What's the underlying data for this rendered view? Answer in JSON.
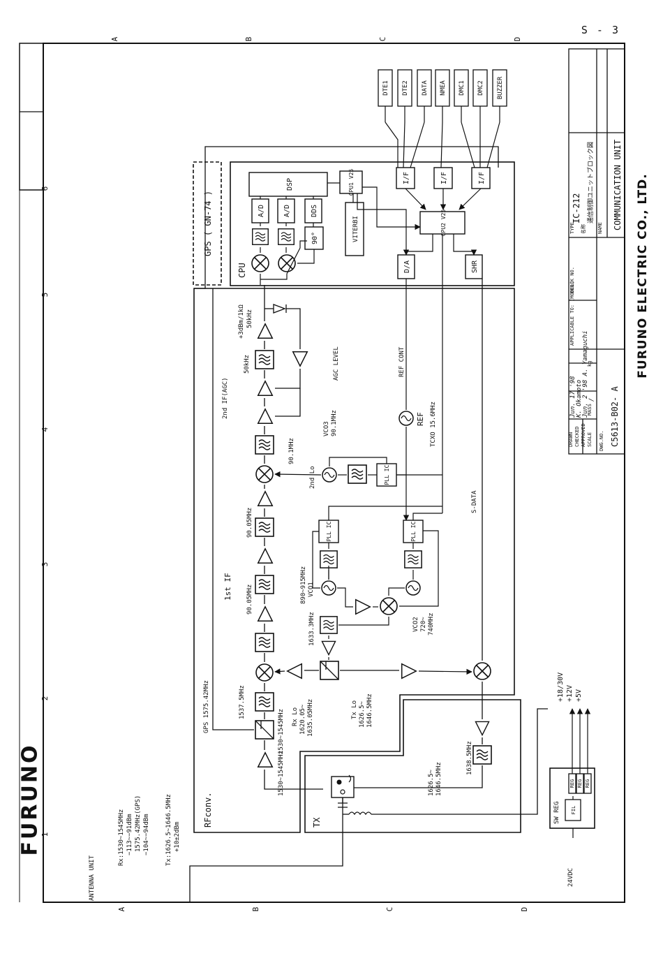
{
  "page": {
    "sheet": "S - 3",
    "brand": "FURUNO",
    "company": "FURUNO ELECTRIC CO., LTD."
  },
  "grid": {
    "rows": [
      "A",
      "B",
      "C",
      "D"
    ],
    "cols": [
      "1",
      "2",
      "3",
      "4",
      "5",
      "6"
    ]
  },
  "title_block": {
    "drawn_label": "DRAWN",
    "drawn_value": "Jun. 17 '98",
    "checked_label": "CHECKED",
    "checked_value": "K. Okamoto",
    "approved_label": "APPROVED",
    "approved_value": "Jun. 2 '98 A. Yamaguchi",
    "scale_label": "SCALE",
    "scale_value": "/",
    "mass_label": "MASS",
    "mass_unit": "kg",
    "dwg_label": "DWG.NO.",
    "dwg_value": "C5613-B02- A",
    "applicable_label": "APPLICABLE TO: (MODEL)",
    "blockno_label": "BLOCK NO.",
    "type_label": "TYPE",
    "type_value": "IC-212",
    "name_label": "名称",
    "name_value": "通信制御ユニットブロック図",
    "name2_label": "NAME",
    "name2_value": "COMMUNICATION UNIT"
  },
  "diagram": {
    "sections": {
      "cpu": "CPU",
      "rfconv": "RFconv.",
      "tx": "TX",
      "swreg": "SW REG",
      "gps": "GPS ( GN-74 )",
      "antenna": "ANTENNA UNIT"
    },
    "interfaces": [
      "DTE1",
      "DTE2",
      "DATA",
      "NMEA",
      "DMC1",
      "DMC2",
      "BUZZER"
    ],
    "blocks": {
      "dsp": "DSP",
      "ad": "A/D",
      "dds": "DDS",
      "deg90": "90°",
      "cpu1": "CPU1 V25",
      "cpu2": "CPU2 V25",
      "viterbi": "VITERBI",
      "da": "D/A",
      "shr": "SHR",
      "if_block": "I/F",
      "pll": "PLL IC",
      "reg": "REG",
      "fil": "FIL"
    },
    "labels": {
      "gps_freq": "GPS 1575.42MHz",
      "if_1537": "1537.5MHz",
      "if_90a": "90.05MHz",
      "if_90b": "90.05MHz",
      "first_if": "1st IF",
      "lo_901": "90.1MHz",
      "second_if": "2nd IF(AGC)",
      "if_50": "50kHz",
      "out_3dbm": "+3dBm/1kΩ",
      "out_50": "50kHz",
      "agc_level": "AGC LEVEL",
      "ref_cont": "REF CONT",
      "ref": "REF",
      "tcxo": "TCXO 15.6MHz",
      "vco3": "VCO3",
      "vco3_freq": "90.1MHz",
      "second_lo": "2nd Lo",
      "vco1_freq": "890~915MHz",
      "vco1": "VCO1",
      "lo_1633": "1633.3MHz",
      "vco2": "VCO2",
      "vco2_freq": "720~",
      "vco2_freq2": "740MHz",
      "rx_lo": "Rx Lo",
      "rx_lo1": "1620.05~",
      "rx_lo2": "1635.05MHz",
      "tx_lo": "Tx Lo",
      "tx_lo1": "1626.5~",
      "tx_lo2": "1646.5MHz",
      "rf_in": "1530~1545MHz",
      "rf_in2": "1530~1545MHz",
      "tx_band1": "1626.5~",
      "tx_band2": "1646.5MHz",
      "tx_1638": "1638.5MHz",
      "sdata": "S-DATA",
      "dc_in": "24VDC",
      "v18": "+18/30V",
      "v12": "+12V",
      "v5": "+5V"
    },
    "specs": [
      "Rx:1530~1545MHz",
      "−113~−91dBm",
      "1575.42MHz(GPS)",
      "−104~−94dBm",
      "Tx:1626.5~1646.5MHz",
      "+10±2dBm"
    ]
  }
}
